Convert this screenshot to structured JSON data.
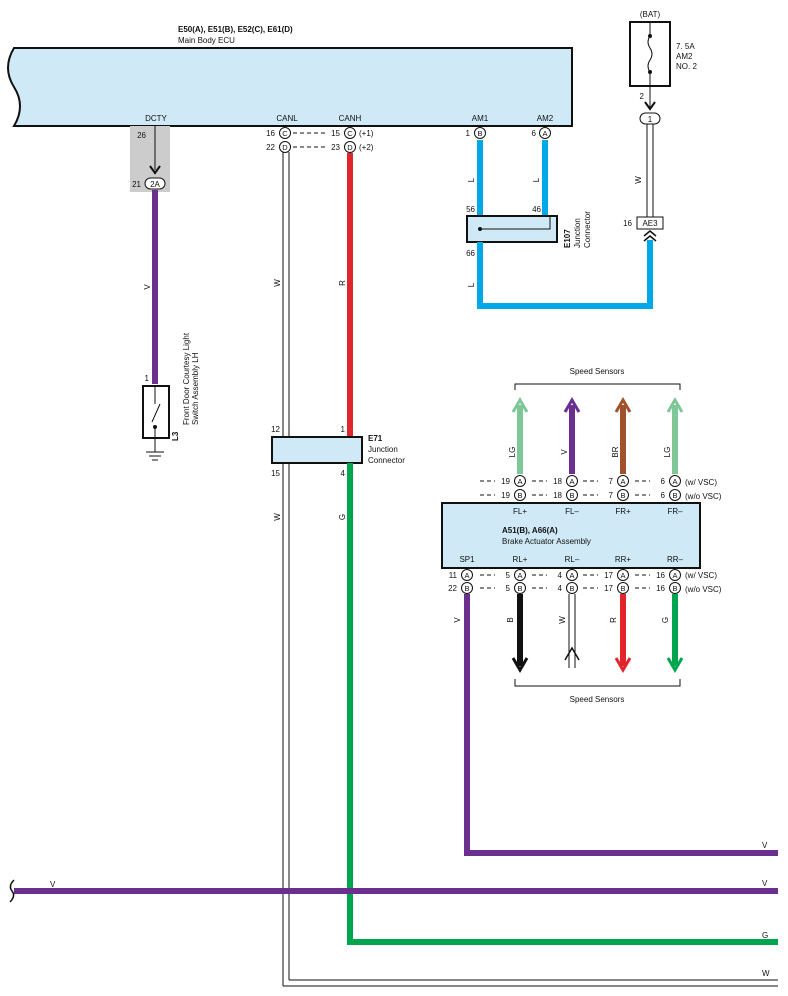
{
  "colors": {
    "purple": "#6a2f8f",
    "red": "#e2242b",
    "green": "#00a64f",
    "blue": "#00a8e8",
    "lightgreen": "#7fc796",
    "brown": "#a0522d",
    "black": "#111111",
    "box_fill": "#cfe9f7",
    "shade": "#cccccc"
  },
  "ecu": {
    "title": "E50(A), E51(B), E52(C), E61(D)",
    "name": "Main Body ECU",
    "terms": {
      "dcty": "DCTY",
      "canl": "CANL",
      "canh": "CANH",
      "am1": "AM1",
      "am2": "AM2"
    },
    "pins": {
      "dcty": "26",
      "canl1": "16",
      "canl2": "22",
      "canh1": "15",
      "canh2": "23",
      "am1": "1",
      "am2": "6"
    },
    "conn": {
      "c": "C",
      "d": "D",
      "b": "B",
      "a": "A"
    },
    "notes": {
      "p1": "(+1)",
      "p2": "(+2)"
    }
  },
  "bat": {
    "label": "(BAT)",
    "fuse1": "7. 5A",
    "fuse2": "AM2",
    "fuse3": "NO. 2",
    "pin": "2",
    "conn": "1"
  },
  "e107": {
    "id": "E107",
    "l1": "Junction",
    "l2": "Connector",
    "p56": "56",
    "p46": "46",
    "p66": "66"
  },
  "ae3": {
    "pin": "16",
    "name": "AE3"
  },
  "jc2a": {
    "pin": "21",
    "name": "2A"
  },
  "l3": {
    "id": "L3",
    "l1": "Front Door Courtesy Light",
    "l2": "Switch Assembly LH",
    "pin": "1"
  },
  "e71": {
    "id": "E71",
    "l1": "Junction",
    "l2": "Connector",
    "p12": "12",
    "p1": "1",
    "p15": "15",
    "p4": "4"
  },
  "wire": {
    "v": "V",
    "w": "W",
    "r": "R",
    "l": "L",
    "g": "G",
    "lg": "LG",
    "br": "BR",
    "b": "B"
  },
  "brake": {
    "title": "A51(B), A66(A)",
    "name": "Brake Actuator Assembly",
    "top_terms": [
      "FL+",
      "FL–",
      "FR+",
      "FR–"
    ],
    "bot_terms": [
      "SP1",
      "RL+",
      "RL–",
      "RR+",
      "RR–"
    ],
    "top_a": [
      "19",
      "18",
      "7",
      "6"
    ],
    "top_b": [
      "19",
      "18",
      "7",
      "6"
    ],
    "bot_a": [
      "11",
      "5",
      "4",
      "17",
      "16"
    ],
    "bot_b": [
      "22",
      "5",
      "4",
      "17",
      "16"
    ],
    "conn_a": "A",
    "conn_b": "B",
    "vsc": "(w/ VSC)",
    "novsc": "(w/o VSC)",
    "top_wires": [
      "LG",
      "V",
      "BR",
      "LG"
    ],
    "bot_wires": [
      "B",
      "W",
      "R",
      "G"
    ]
  },
  "speed_sensors": "Speed Sensors",
  "edge_labels": {
    "v1": "V",
    "v2": "V",
    "v3": "V",
    "g": "G",
    "w": "W"
  }
}
